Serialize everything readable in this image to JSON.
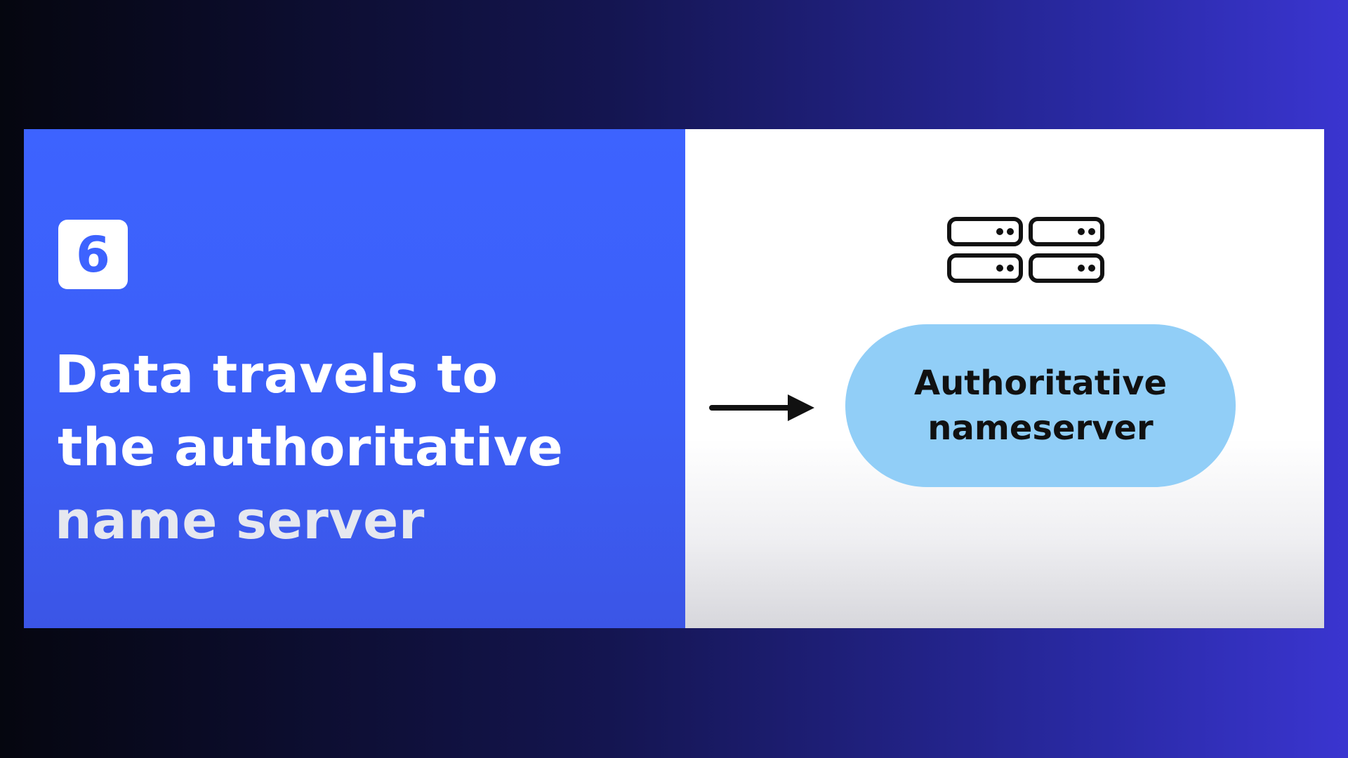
{
  "step": {
    "number": "6"
  },
  "headline": {
    "lines": [
      "Data travels to",
      "the authoritative",
      "name server"
    ]
  },
  "diagram": {
    "node_label_lines": [
      "Authoritative",
      "nameserver"
    ],
    "icon": "server-rack-icon",
    "connector_icon": "arrow-right-icon"
  },
  "colors": {
    "left_panel": "#3d63ff",
    "node_fill": "#91cef7",
    "text_dark": "#111111",
    "text_light": "#ffffff"
  }
}
